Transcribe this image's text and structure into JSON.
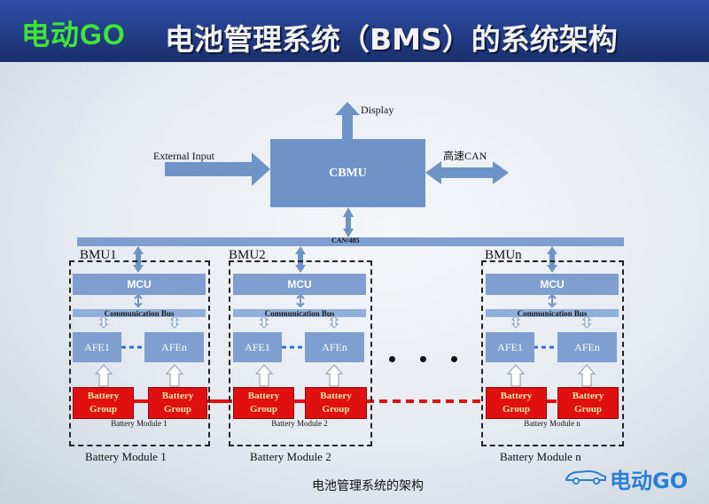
{
  "header": {
    "brand": "电动GO",
    "title": "电池管理系统（BMS）的系统架构"
  },
  "central": {
    "label": "CBMU",
    "display": "Display",
    "external": "External Input",
    "can_high": "高速CAN",
    "bus": "CAN/485"
  },
  "bmus": [
    {
      "name": "BMU1",
      "mcu": "MCU",
      "comm": "Communication Bus",
      "afe1": "AFE1",
      "afen": "AFEn",
      "battery1": "Battery\nGroup",
      "battery2": "Battery\nGroup",
      "module_inner": "Battery Module 1",
      "module_label": "Battery Module 1"
    },
    {
      "name": "BMU2",
      "mcu": "MCU",
      "comm": "Communication Bus",
      "afe1": "AFE1",
      "afen": "AFEn",
      "battery1": "Battery\nGroup",
      "battery2": "Battery\nGroup",
      "module_inner": "Battery Module 2",
      "module_label": "Battery Module 2"
    },
    {
      "name": "BMUn",
      "mcu": "MCU",
      "comm": "Communication Bus",
      "afe1": "AFE1",
      "afen": "AFEn",
      "battery1": "Battery\nGroup",
      "battery2": "Battery\nGroup",
      "module_inner": "Battery Module n",
      "module_label": "Battery Module n"
    }
  ],
  "caption": "电池管理系统的架构",
  "watermark": "电动GO",
  "colors": {
    "header": "#233c86",
    "brand": "#3fe636",
    "box": "#7e9fcf",
    "battery": "#e01010",
    "battery_text": "#f7e7a8"
  }
}
